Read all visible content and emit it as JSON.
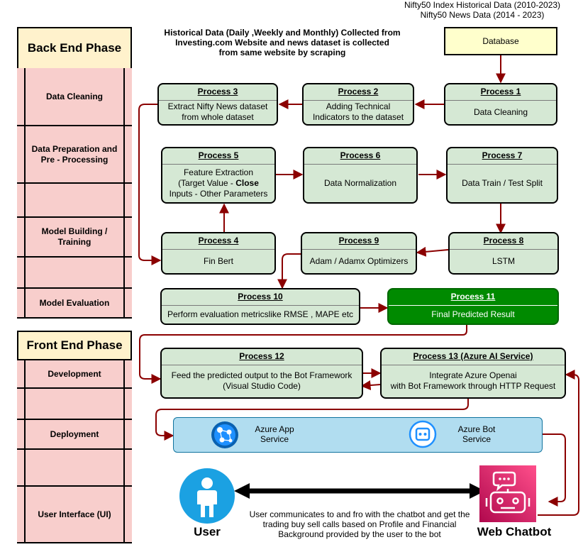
{
  "header": {
    "source_line1": "Nifty50 Index Historical  Data (2010-2023)",
    "source_line2": "Nifty50 News Data (2014 - 2023)"
  },
  "notes": {
    "collection_line1": "Historical Data (Daily ,Weekly and Monthly) Collected from",
    "collection_line2": "Investing.com Website and news dataset is collected",
    "collection_line3": "from same website by scraping"
  },
  "database": {
    "label": "Database"
  },
  "back_end": {
    "title": "Back End Phase",
    "rows": [
      "Data Cleaning",
      "Data Preparation and Pre - Processing",
      "",
      "Model Building / Training",
      "",
      "Model Evaluation"
    ]
  },
  "front_end": {
    "title": "Front End Phase",
    "rows": [
      "Development",
      "",
      "Deployment",
      "",
      "User Interface (UI)"
    ]
  },
  "processes": {
    "p1": {
      "title": "Process 1",
      "body": "Data Cleaning"
    },
    "p2": {
      "title": "Process 2",
      "body_line1": "Adding Technical",
      "body_line2": "Indicators to the dataset"
    },
    "p3": {
      "title": "Process 3",
      "body_line1": "Extract Nifty News dataset",
      "body_line2": "from whole dataset"
    },
    "p4": {
      "title": "Process 4",
      "body": "Fin Bert"
    },
    "p5": {
      "title": "Process 5",
      "body_line1": "Feature Extraction",
      "body_line2a": "(Target Value - ",
      "body_line2b": "Close",
      "body_line3": "Inputs - Other Parameters"
    },
    "p6": {
      "title": "Process 6",
      "body": "Data Normalization"
    },
    "p7": {
      "title": "Process 7",
      "body": "Data Train / Test Split"
    },
    "p8": {
      "title": "Process 8",
      "body": "LSTM"
    },
    "p9": {
      "title": "Process 9",
      "body": "Adam / Adamx Optimizers"
    },
    "p10": {
      "title": "Process 10",
      "body": "Perform evaluation metricslike RMSE , MAPE etc"
    },
    "p11": {
      "title": "Process 11",
      "body": "Final Predicted Result"
    },
    "p12": {
      "title": "Process 12",
      "body_line1": "Feed the predicted output to the Bot Framework",
      "body_line2": "(Visual Studio Code)"
    },
    "p13": {
      "title": "Process 13 (Azure AI Service)",
      "body_line1": "Integrate Azure Openai",
      "body_line2": "with Bot Framework through HTTP Request"
    }
  },
  "azure": {
    "app_service_line1": "Azure App",
    "app_service_line2": "Service",
    "bot_service_line1": "Azure Bot",
    "bot_service_line2": "Service"
  },
  "ui": {
    "user_label": "User",
    "chatbot_label": "Web Chatbot",
    "caption_line1": "User communicates to and fro with the chatbot and get the",
    "caption_line2": "trading buy sell calls based on Profile and Financial",
    "caption_line3": "Background provided by the user to the bot"
  },
  "colors": {
    "lane_header": "#fff2cc",
    "lane_row": "#f8cecc",
    "process": "#d5e8d4",
    "process_final": "#008a00",
    "arrow": "#8b0000",
    "azure_band": "#b1ddf0",
    "user_icon": "#1ba1e2",
    "chatbot_icon": "#e7157b"
  },
  "icons": [
    "user-icon",
    "chatbot-icon",
    "azure-app-service-icon",
    "azure-bot-service-icon"
  ]
}
